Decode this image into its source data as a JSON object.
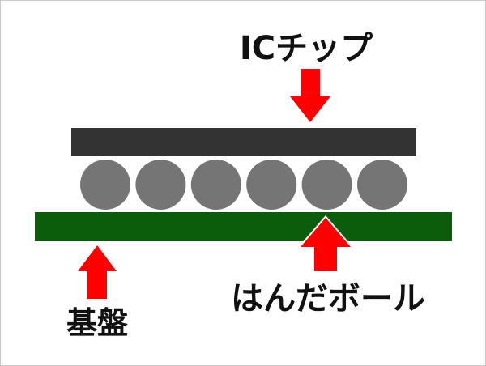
{
  "labels": {
    "chip": "ICチップ",
    "substrate": "基盤",
    "solder_ball": "はんだボール"
  },
  "colors": {
    "chip": "#333333",
    "solder_ball": "#757575",
    "substrate": "#0b5c0b",
    "arrow": "#ff0000",
    "text": "#111111"
  },
  "solder_ball_count": 6
}
